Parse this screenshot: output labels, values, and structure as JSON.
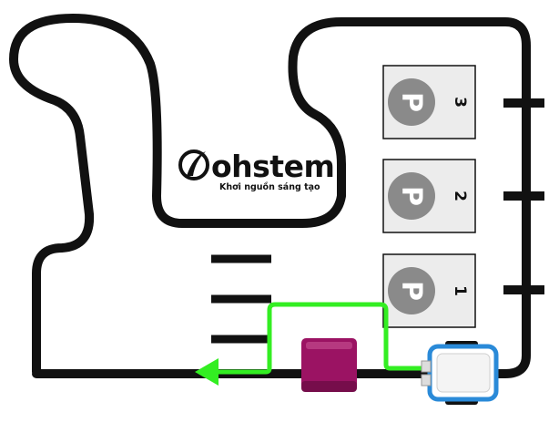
{
  "logo": {
    "brand": "ohstem",
    "tagline": "Khơi nguồn sáng tạo"
  },
  "parking_spots": [
    {
      "number": "3",
      "symbol": "P"
    },
    {
      "number": "2",
      "symbol": "P"
    },
    {
      "number": "1",
      "symbol": "P"
    }
  ],
  "colors": {
    "track": "#111111",
    "path": "#33ee22",
    "obstacle": "#9b1363",
    "robot_frame": "#2a8ad8",
    "parking_circle": "#8a8a8a",
    "parking_box": "#ececec"
  }
}
